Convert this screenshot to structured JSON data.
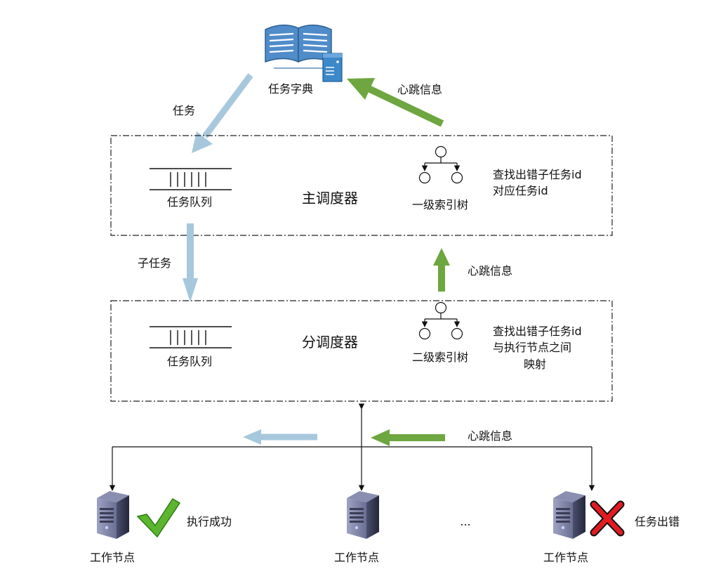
{
  "dictionary": {
    "label": "任务字典"
  },
  "main_scheduler": {
    "title": "主调度器",
    "queue_label": "任务队列",
    "tree_label": "一级索引树",
    "note_lines": [
      "查找出错子任务id",
      "对应任务id"
    ]
  },
  "sub_scheduler": {
    "title": "分调度器",
    "queue_label": "任务队列",
    "tree_label": "二级索引树",
    "note_lines": [
      "查找出错子任务id",
      "与执行节点之间",
      "映射"
    ]
  },
  "arrows": {
    "task": "任务",
    "subtask": "子任务",
    "heartbeat_top": "心跳信息",
    "heartbeat_mid": "心跳信息",
    "heartbeat_bottom": "心跳信息"
  },
  "nodes": [
    {
      "label": "工作节点",
      "status": "执行成功"
    },
    {
      "label": "工作节点"
    },
    {
      "label": "工作节点",
      "status": "任务出错"
    }
  ],
  "ellipsis": "...",
  "colors": {
    "light_blue": "#a7c8dc",
    "green": "#6ea640",
    "error_red": "#e21b23",
    "success_green": "#5bb52f"
  }
}
